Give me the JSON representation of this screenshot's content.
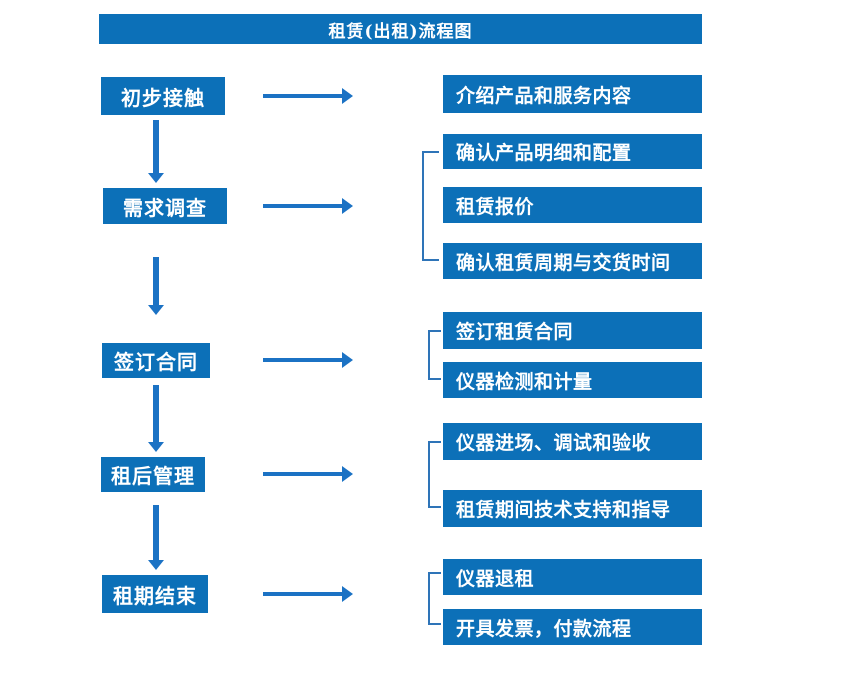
{
  "title": "租赁(出租)流程图",
  "colors": {
    "box_blue": "#0c70b8",
    "arrow_blue": "#1b72c4",
    "bracket_blue": "#2e74b8",
    "text_white": "#ffffff",
    "background": "#ffffff"
  },
  "steps": [
    {
      "label": "初步接触",
      "details": [
        "介绍产品和服务内容"
      ]
    },
    {
      "label": "需求调查",
      "details": [
        "确认产品明细和配置",
        "租赁报价",
        "确认租赁周期与交货时间"
      ]
    },
    {
      "label": "签订合同",
      "details": [
        "签订租赁合同",
        "仪器检测和计量"
      ]
    },
    {
      "label": "租后管理",
      "details": [
        "仪器进场、调试和验收",
        "租赁期间技术支持和指导"
      ]
    },
    {
      "label": "租期结束",
      "details": [
        "仪器退租",
        "开具发票，付款流程"
      ]
    }
  ]
}
